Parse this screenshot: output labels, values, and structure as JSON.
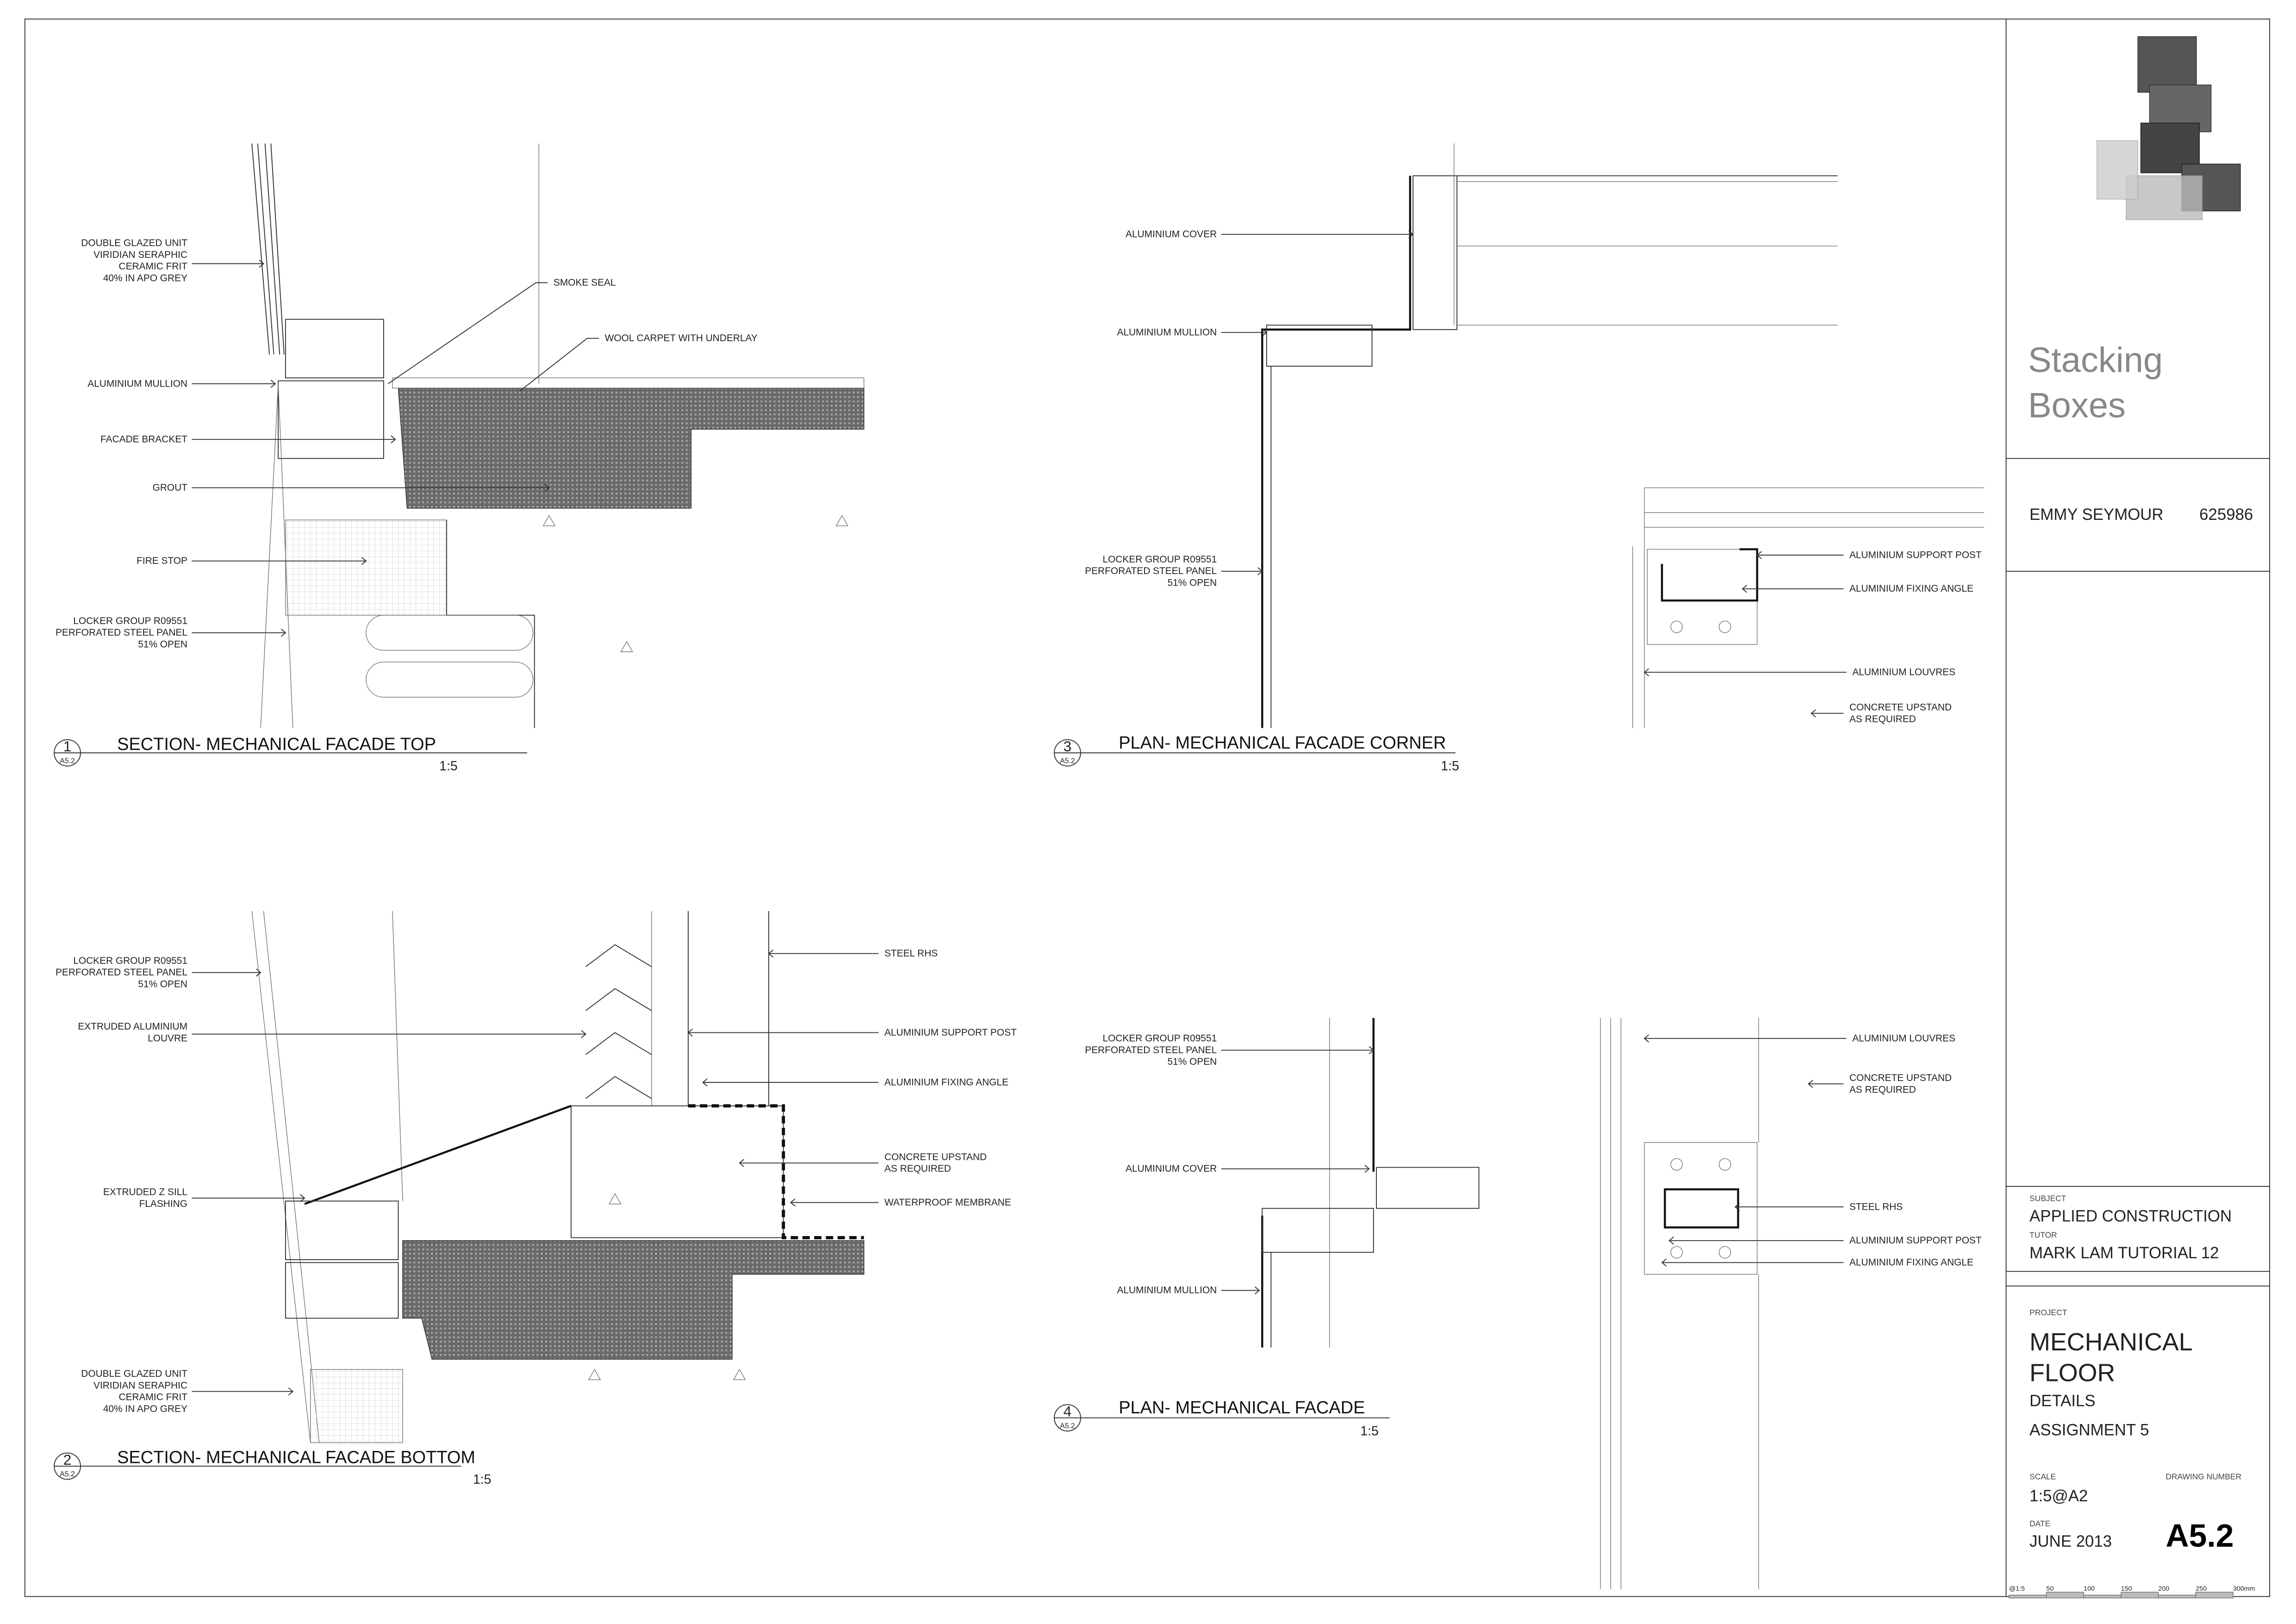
{
  "sheet": {
    "drawing_number": "A5.2",
    "ref": "A5.2"
  },
  "title_block": {
    "project_name_line1": "Stacking",
    "project_name_line2": "Boxes",
    "student": "EMMY SEYMOUR",
    "student_id": "625986",
    "subject_label": "SUBJECT",
    "subject": "APPLIED CONSTRUCTION",
    "tutor_label": "TUTOR",
    "tutor": "MARK LAM TUTORIAL 12",
    "project_label": "PROJECT",
    "project_line1": "MECHANICAL",
    "project_line2": "FLOOR",
    "project_line3": "DETAILS",
    "project_line4": "ASSIGNMENT 5",
    "scale_label": "SCALE",
    "scale": "1:5@A2",
    "drawing_number_label": "DRAWING NUMBER",
    "date_label": "DATE",
    "date": "JUNE 2013",
    "scale_bar": [
      "@1:5",
      "50",
      "100",
      "150",
      "200",
      "250",
      "300mm"
    ]
  },
  "details": [
    {
      "number": "1",
      "title": "SECTION- MECHANICAL FACADE TOP",
      "scale": "1:5",
      "labels": [
        {
          "lines": [
            "DOUBLE GLAZED UNIT",
            "VIRIDIAN SERAPHIC",
            "CERAMIC FRIT",
            "40% IN APO GREY"
          ]
        },
        {
          "lines": [
            "ALUMINIUM MULLION"
          ]
        },
        {
          "lines": [
            "FACADE BRACKET"
          ]
        },
        {
          "lines": [
            "GROUT"
          ]
        },
        {
          "lines": [
            "FIRE STOP"
          ]
        },
        {
          "lines": [
            "LOCKER GROUP R09551",
            "PERFORATED STEEL PANEL",
            "51% OPEN"
          ]
        },
        {
          "lines": [
            "SMOKE SEAL"
          ]
        },
        {
          "lines": [
            "WOOL CARPET WITH UNDERLAY"
          ]
        }
      ]
    },
    {
      "number": "2",
      "title": "SECTION- MECHANICAL FACADE BOTTOM",
      "scale": "1:5",
      "labels": [
        {
          "lines": [
            "LOCKER GROUP R09551",
            "PERFORATED STEEL PANEL",
            "51% OPEN"
          ]
        },
        {
          "lines": [
            "EXTRUDED ALUMINIUM",
            "LOUVRE"
          ]
        },
        {
          "lines": [
            "EXTRUDED Z SILL",
            "FLASHING"
          ]
        },
        {
          "lines": [
            "DOUBLE GLAZED UNIT",
            "VIRIDIAN SERAPHIC",
            "CERAMIC FRIT",
            "40% IN APO GREY"
          ]
        },
        {
          "lines": [
            "STEEL RHS"
          ]
        },
        {
          "lines": [
            "ALUMINIUM SUPPORT POST"
          ]
        },
        {
          "lines": [
            "ALUMINIUM FIXING ANGLE"
          ]
        },
        {
          "lines": [
            "CONCRETE UPSTAND",
            "AS REQUIRED"
          ]
        },
        {
          "lines": [
            "WATERPROOF MEMBRANE"
          ]
        }
      ]
    },
    {
      "number": "3",
      "title": "PLAN- MECHANICAL FACADE CORNER",
      "scale": "1:5",
      "labels": [
        {
          "lines": [
            "ALUMINIUM COVER"
          ]
        },
        {
          "lines": [
            "ALUMINIUM MULLION"
          ]
        },
        {
          "lines": [
            "LOCKER GROUP R09551",
            "PERFORATED STEEL PANEL",
            "51% OPEN"
          ]
        },
        {
          "lines": [
            "ALUMINIUM SUPPORT POST"
          ]
        },
        {
          "lines": [
            "ALUMINIUM FIXING ANGLE"
          ]
        },
        {
          "lines": [
            "ALUMINIUM LOUVRES"
          ]
        },
        {
          "lines": [
            "CONCRETE UPSTAND",
            "AS REQUIRED"
          ]
        }
      ]
    },
    {
      "number": "4",
      "title": "PLAN- MECHANICAL FACADE",
      "scale": "1:5",
      "labels": [
        {
          "lines": [
            "LOCKER GROUP R09551",
            "PERFORATED STEEL PANEL",
            "51% OPEN"
          ]
        },
        {
          "lines": [
            "ALUMINIUM COVER"
          ]
        },
        {
          "lines": [
            "ALUMINIUM MULLION"
          ]
        },
        {
          "lines": [
            "ALUMINIUM LOUVRES"
          ]
        },
        {
          "lines": [
            "CONCRETE UPSTAND",
            "AS REQUIRED"
          ]
        },
        {
          "lines": [
            "STEEL RHS"
          ]
        },
        {
          "lines": [
            "ALUMINIUM SUPPORT POST"
          ]
        },
        {
          "lines": [
            "ALUMINIUM FIXING ANGLE"
          ]
        }
      ]
    }
  ]
}
